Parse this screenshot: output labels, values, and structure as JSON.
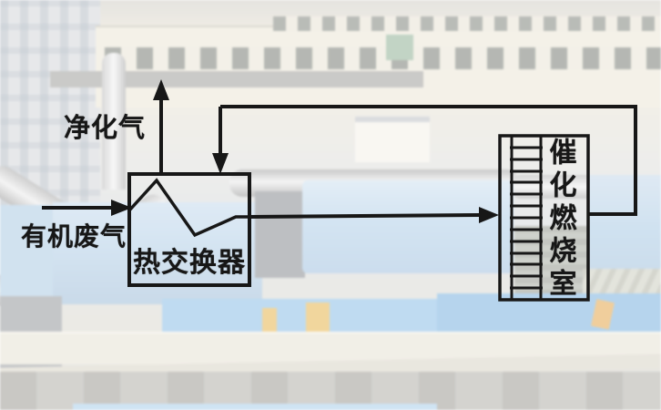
{
  "diagram": {
    "labels": {
      "purified_gas": "净化气",
      "organic_waste_gas": "有机废气",
      "heat_exchanger": "热交换器",
      "catalytic_combustion_chamber": "催化燃烧室"
    },
    "flow": [
      {
        "from": "有机废气",
        "to": "热交换器"
      },
      {
        "from": "热交换器",
        "to": "净化气"
      },
      {
        "from": "热交换器",
        "to": "催化燃烧室"
      },
      {
        "from": "催化燃烧室",
        "to": "热交换器"
      }
    ],
    "colors": {
      "line": "#171717",
      "label_text": "#171717"
    },
    "ladder_rung_count": 13
  },
  "background": {
    "description": "faded aerial photo of an industrial plant with blue tarp-covered equipment, cream factory buildings and gray pipes",
    "dominant_colors": [
      "#e8e2d0",
      "#a9c9e4",
      "#d6d4c8",
      "#79b4e2"
    ]
  }
}
